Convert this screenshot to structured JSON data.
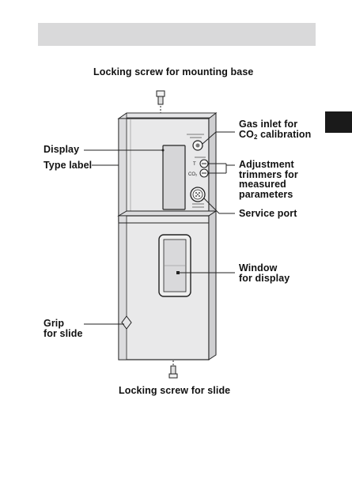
{
  "labels": {
    "locking_screw_base": "Locking screw for mounting base",
    "gas_inlet_line1": "Gas inlet for",
    "gas_inlet_line2_prefix": "CO",
    "gas_inlet_line2_sub": "2",
    "gas_inlet_line2_suffix": " calibration",
    "display": "Display",
    "type_label": "Type label",
    "adjustment_line1": "Adjustment",
    "adjustment_line2": "trimmers for",
    "adjustment_line3": "measured",
    "adjustment_line4": "parameters",
    "service_port": "Service port",
    "window_line1": "Window",
    "window_line2": "for display",
    "grip_line1": "Grip",
    "grip_line2": "for slide",
    "locking_screw_slide": "Locking screw for slide"
  },
  "device_markings": {
    "trimmer_t": "T",
    "trimmer_co2": "CO₂"
  },
  "colors": {
    "header_bar": "#d9d9da",
    "side_tab": "#1a1a1a",
    "device_fill": "#e9e9ea",
    "device_shade": "#cfcfd1",
    "display_fill": "#d6d6d8",
    "line": "#222222"
  }
}
